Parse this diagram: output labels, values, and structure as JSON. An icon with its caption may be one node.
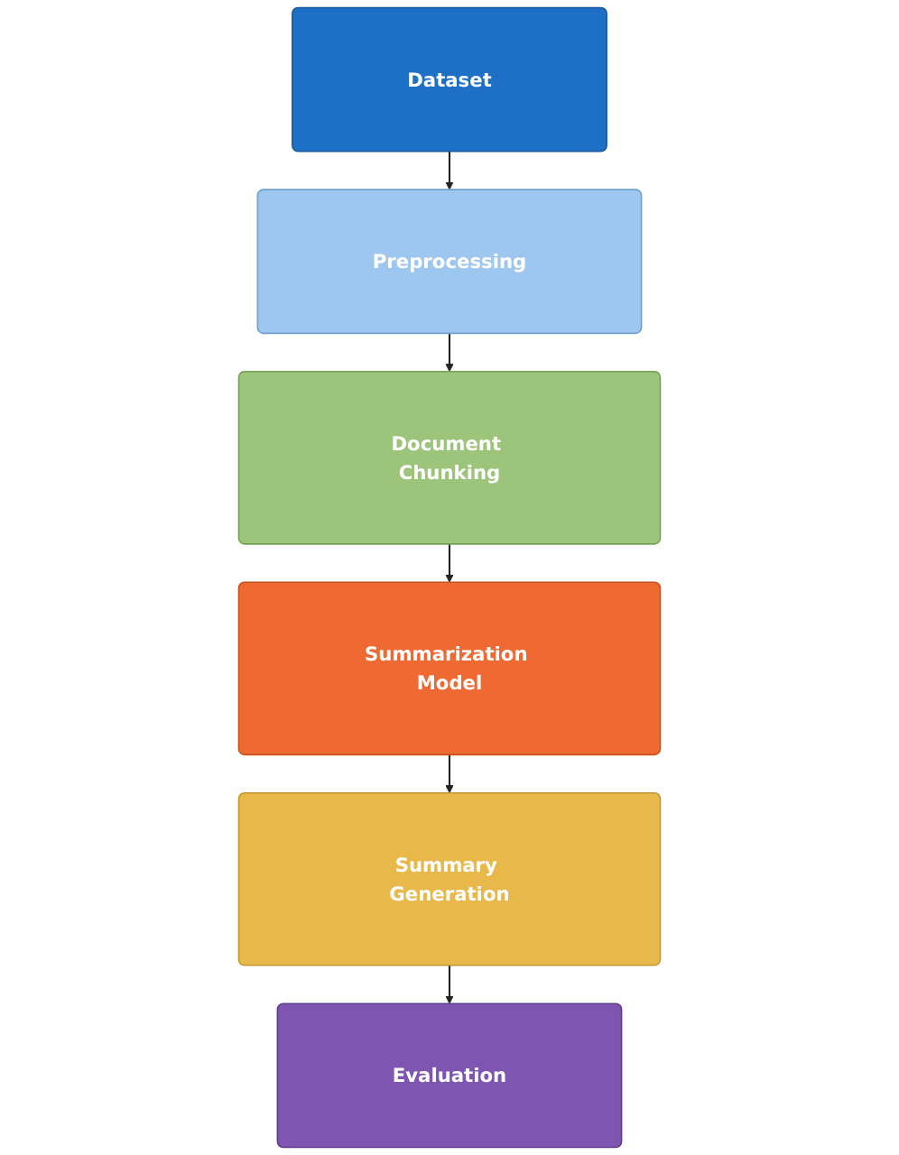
{
  "diagram": {
    "nodes": [
      {
        "text": [
          "Dataset"
        ]
      },
      {
        "text": [
          "Preprocessing"
        ]
      },
      {
        "text": [
          "Document Chunking"
        ]
      },
      {
        "text": [
          "Summarization Model"
        ]
      },
      {
        "text": [
          "Summary Generation"
        ]
      },
      {
        "text": [
          "Evaluation"
        ]
      }
    ],
    "edges": [
      {
        "from": 0,
        "to": 1,
        "arrow": "to"
      },
      {
        "from": 1,
        "to": 2,
        "arrow": "to"
      },
      {
        "from": 2,
        "to": 3,
        "arrow": "to"
      },
      {
        "from": 3,
        "to": 4,
        "arrow": "to"
      },
      {
        "from": 4,
        "to": 5,
        "arrow": "to"
      }
    ]
  }
}
